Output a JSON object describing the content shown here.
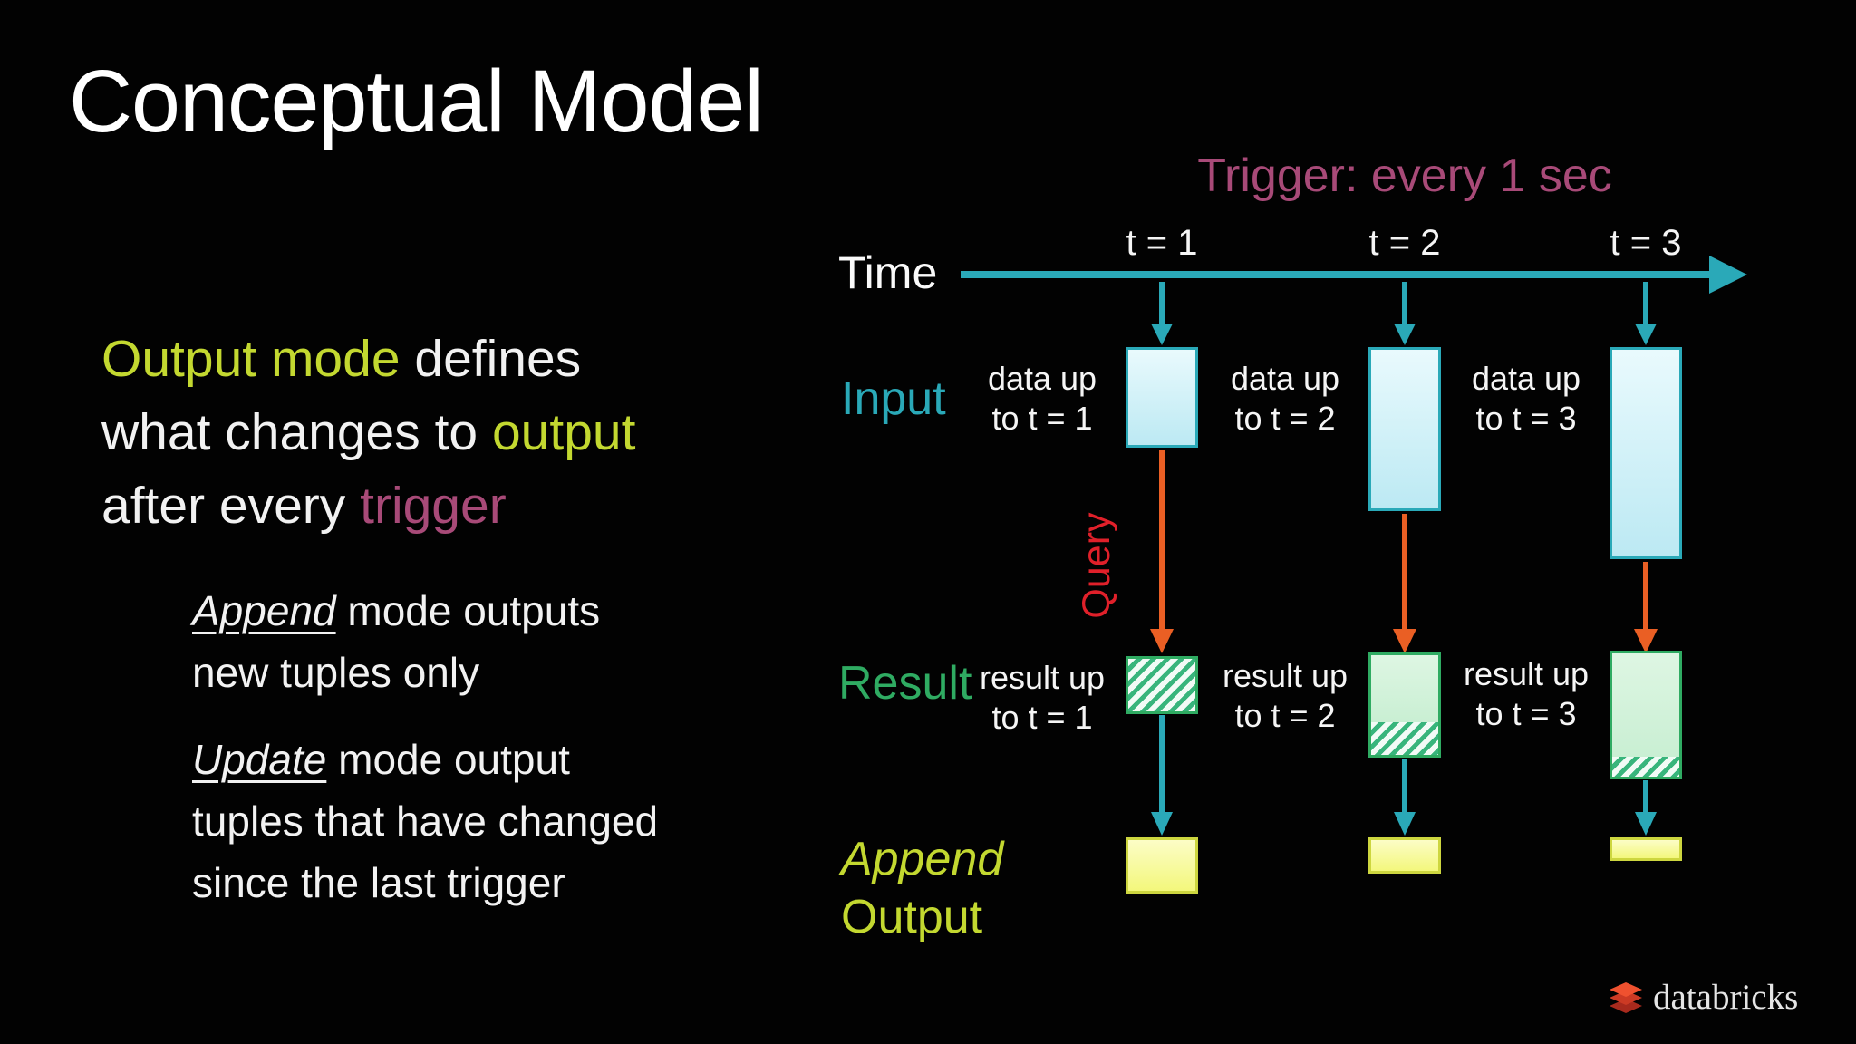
{
  "slide": {
    "title": "Conceptual Model"
  },
  "para": {
    "l1a": "Output mode",
    "l1b": " defines",
    "l2a": "what changes to ",
    "l2b": "output",
    "l3a": "after every ",
    "l3b": "trigger"
  },
  "bullets": {
    "b1_term": "Append",
    "b1_rest": " mode outputs",
    "b1_line2": "new tuples only",
    "b2_term": "Update",
    "b2_rest": " mode output",
    "b2_line2": "tuples that have changed",
    "b2_line3": "since the last trigger"
  },
  "diagram": {
    "trigger_heading": "Trigger: every 1 sec",
    "time_label": "Time",
    "query_label": "Query",
    "row_labels": {
      "input": "Input",
      "result": "Result",
      "append": "Append",
      "output": "Output"
    },
    "columns": [
      {
        "t_label": "t = 1",
        "data_line1": "data up",
        "data_line2": "to t = 1",
        "result_line1": "result up",
        "result_line2": "to t = 1"
      },
      {
        "t_label": "t = 2",
        "data_line1": "data up",
        "data_line2": "to t = 2",
        "result_line1": "result up",
        "result_line2": "to t = 2"
      },
      {
        "t_label": "t = 3",
        "data_line1": "data up",
        "data_line2": "to t = 3",
        "result_line1": "result up",
        "result_line2": "to t = 3"
      }
    ]
  },
  "branding": {
    "logo_text": "databricks"
  },
  "colors": {
    "background": "#020202",
    "lime_accent": "#c3d830",
    "purple_accent": "#a84a78",
    "teal_accent": "#2aa9b8",
    "green_accent": "#2fab62",
    "orange_arrow": "#ea5f24",
    "red_query": "#e0202a",
    "input_fill": "#bce9f3",
    "result_fill": "#c9efd3",
    "output_fill": "#f3f77c",
    "logo_red": "#e04a2c"
  }
}
